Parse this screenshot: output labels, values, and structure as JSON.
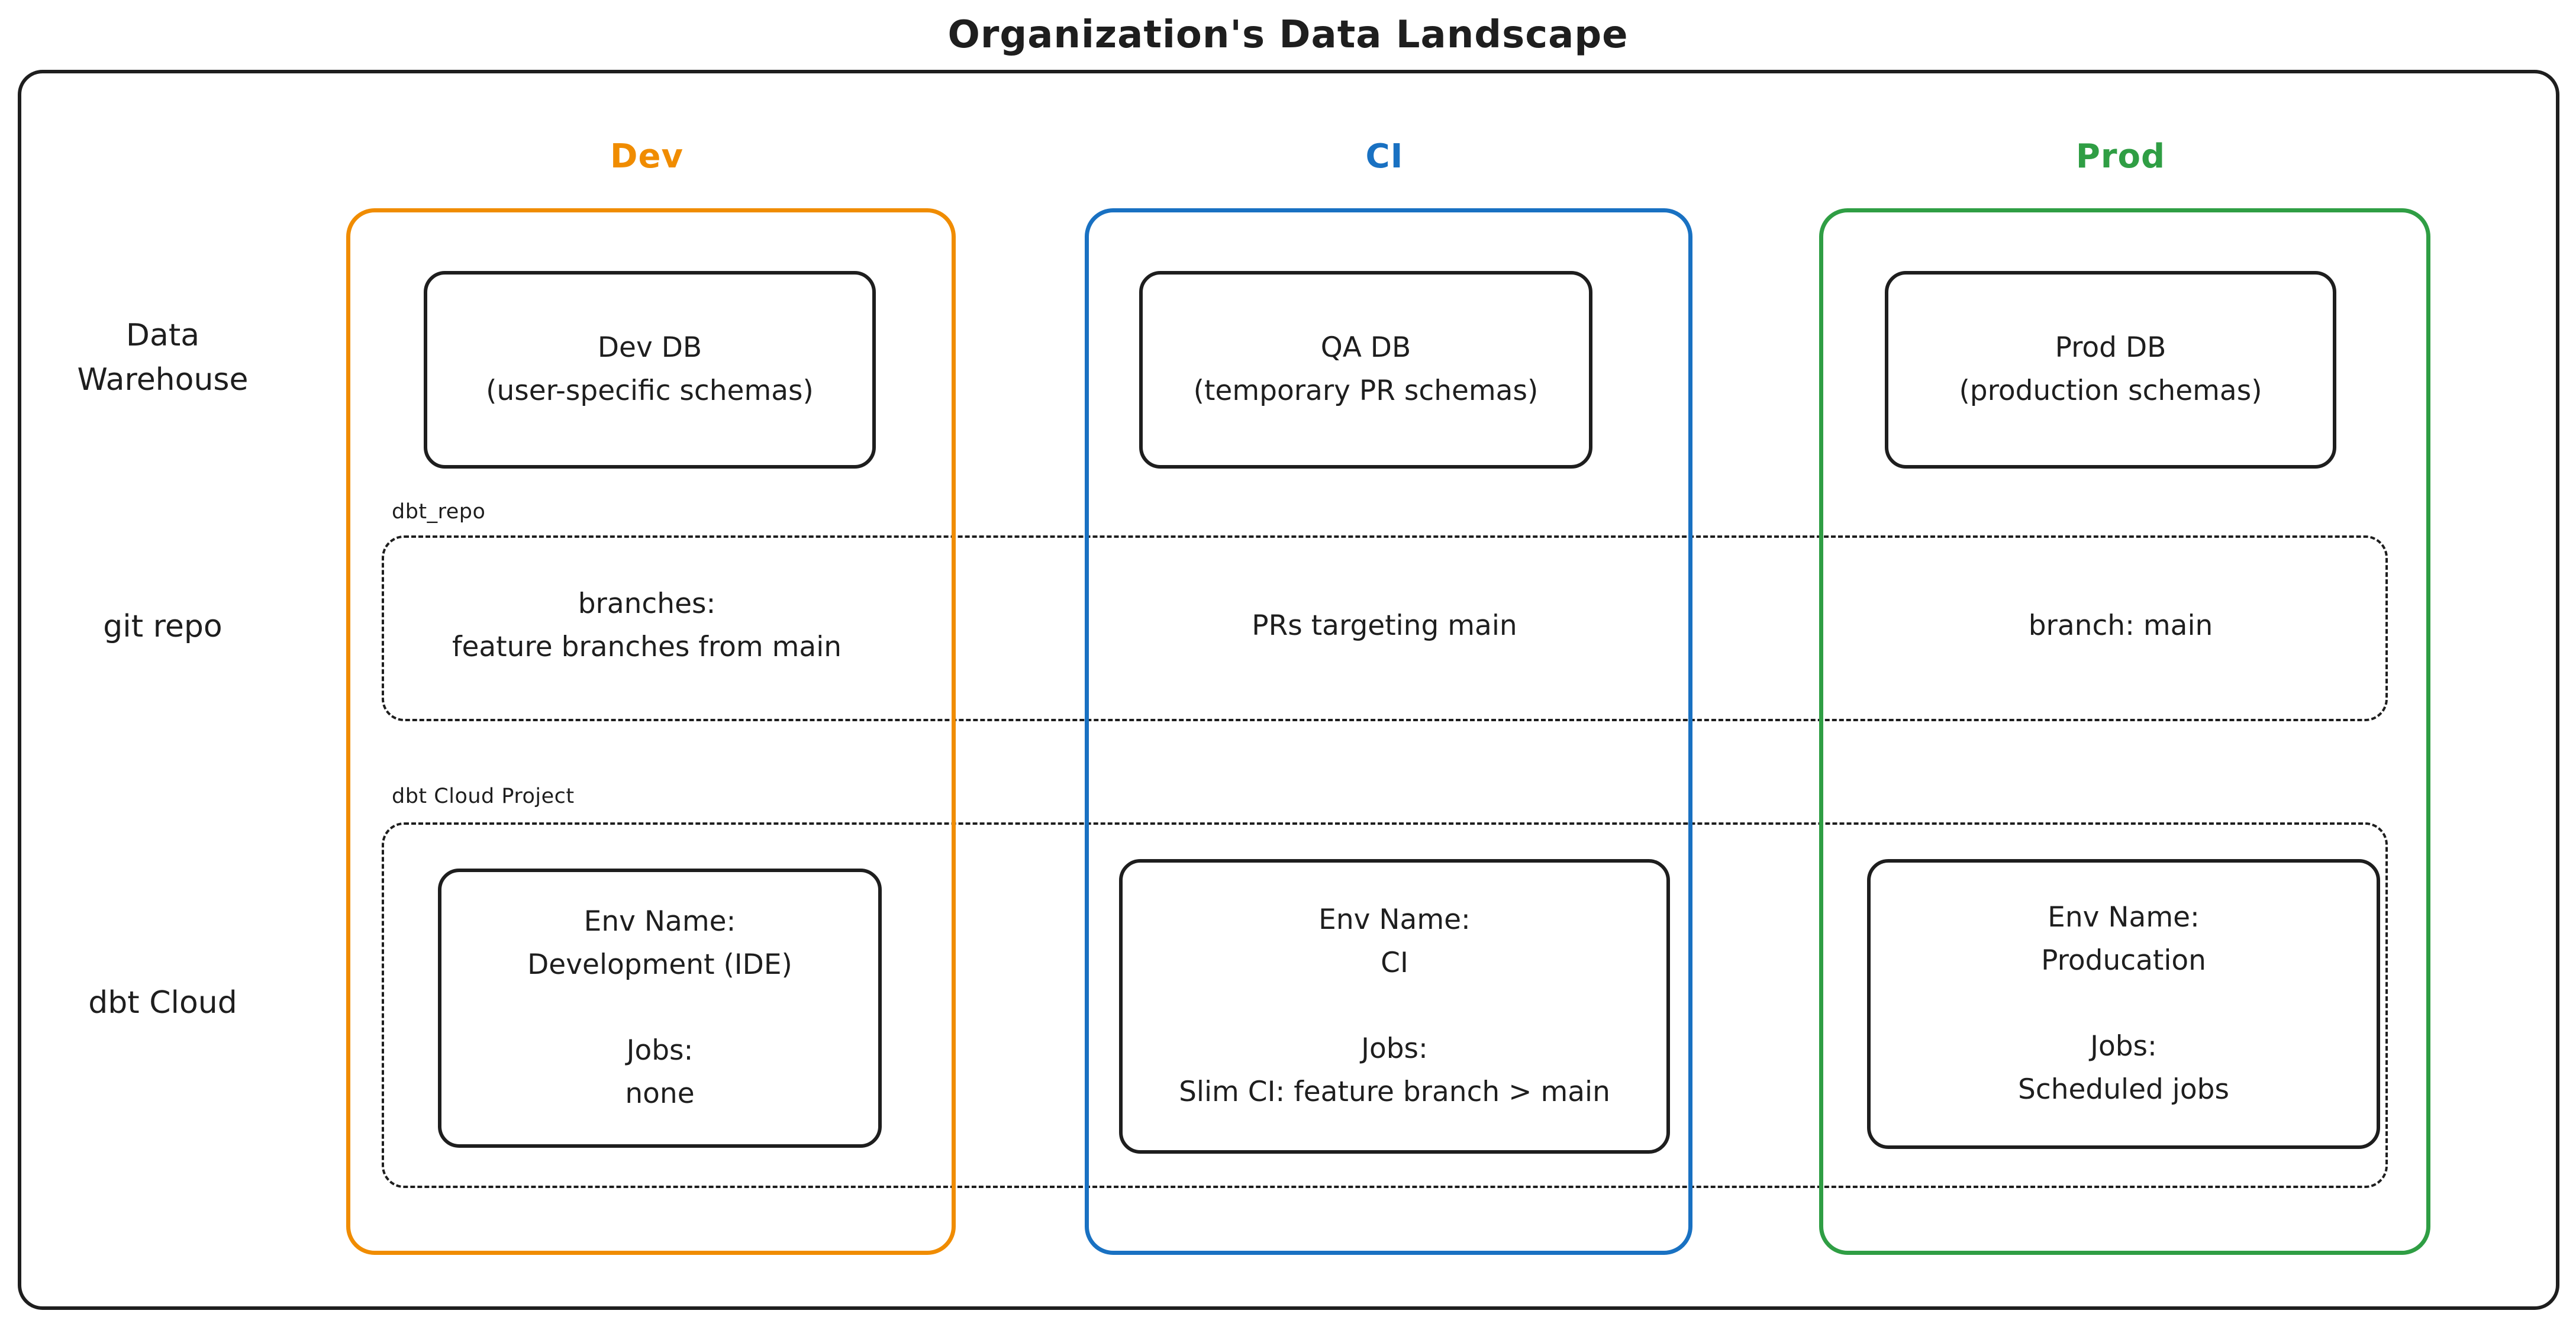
{
  "title": "Organization's Data Landscape",
  "rows": {
    "warehouse": "Data\nWarehouse",
    "git": "git repo",
    "dbt": "dbt Cloud"
  },
  "group_labels": {
    "git_repo": "dbt_repo",
    "dbt_project": "dbt Cloud Project"
  },
  "columns": [
    {
      "label": "Dev",
      "color": "#f08c00",
      "db": "Dev DB\n(user-specific schemas)",
      "git": "branches:\nfeature branches from main",
      "env": "Env Name:\nDevelopment (IDE)\n\nJobs:\nnone"
    },
    {
      "label": "CI",
      "color": "#1971c2",
      "db": "QA DB\n(temporary PR schemas)",
      "git": "PRs targeting main",
      "env": "Env Name:\nCI\n\nJobs:\nSlim CI: feature branch > main"
    },
    {
      "label": "Prod",
      "color": "#2f9e44",
      "db": "Prod DB\n(production schemas)",
      "git": "branch: main",
      "env": "Env Name:\nProducation\n\nJobs:\nScheduled jobs"
    }
  ],
  "colors": {
    "stroke": "#1e1e1e",
    "background": "#ffffff",
    "dev_accent": "#f08c00",
    "ci_accent": "#1971c2",
    "prod_accent": "#2f9e44"
  }
}
